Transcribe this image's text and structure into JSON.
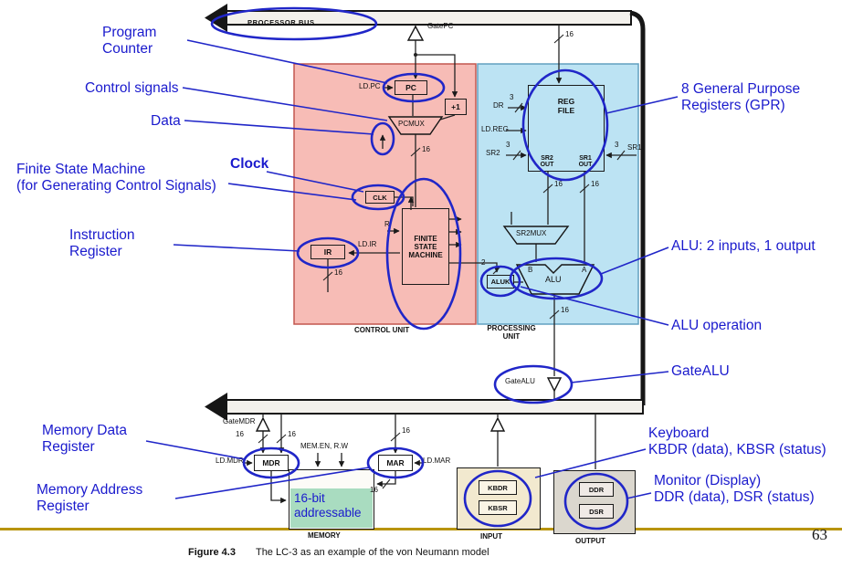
{
  "page_number": "63",
  "caption": {
    "figure": "Figure 4.3",
    "text": "The LC-3 as an example of the von Neumann model"
  },
  "colors": {
    "annotation_blue": "#1a1acd",
    "highlight_blue": "#2026c8",
    "control_unit_fill": "#f7bcb6",
    "processing_unit_fill": "#bce3f3",
    "memory_green": "#a9dcc0",
    "input_tan": "#f2e9cf",
    "output_gray": "#dbd7ce",
    "gold_rule": "#b8940b"
  },
  "annotations": {
    "program_counter": "Program\nCounter",
    "control_signals": "Control signals",
    "data": "Data",
    "fsm_note": "Finite State Machine\n(for Generating Control Signals)",
    "clock": "Clock",
    "instruction_register": "Instruction\nRegister",
    "gpr": "8 General Purpose\nRegisters (GPR)",
    "alu_io": "ALU: 2 inputs, 1 output",
    "alu_operation": "ALU operation",
    "gate_alu": "GateALU",
    "memory_data_register": "Memory Data\nRegister",
    "memory_address_register": "Memory Address\nRegister",
    "keyboard": "Keyboard\nKBDR (data), KBSR (status)",
    "monitor": "Monitor (Display)\nDDR (data), DSR (status)",
    "addressable": "16-bit\naddressable"
  },
  "diagram": {
    "processor_bus": "PROCESSOR BUS",
    "gate_pc": "GatePC",
    "ld_pc": "LD.PC",
    "pc": "PC",
    "plus_one": "+1",
    "pcmux": "PCMUX",
    "dr": "DR",
    "reg_file": "REG\nFILE",
    "ld_reg": "LD.REG",
    "sr2": "SR2",
    "sr1": "SR1",
    "sr2_out": "SR2\nOUT",
    "sr1_out": "SR1\nOUT",
    "clk": "CLK",
    "r": "R",
    "fsm": "FINITE\nSTATE\nMACHINE",
    "ir": "IR",
    "ld_ir": "LD.IR",
    "sr2mux": "SR2MUX",
    "b": "B",
    "a": "A",
    "alu": "ALU",
    "aluk": "ALUK",
    "control_unit": "CONTROL UNIT",
    "processing_unit": "PROCESSING\nUNIT",
    "gate_alu": "GateALU",
    "gate_mdr": "GateMDR",
    "ld_mdr": "LD.MDR",
    "mdr": "MDR",
    "mem_en_rw": "MEM.EN, R.W",
    "mar": "MAR",
    "ld_mar": "LD.MAR",
    "memory": "MEMORY",
    "kbdr": "KBDR",
    "kbsr": "KBSR",
    "input": "INPUT",
    "ddr": "DDR",
    "dsr": "DSR",
    "output": "OUTPUT",
    "n16": "16",
    "n3": "3",
    "n2": "2"
  }
}
